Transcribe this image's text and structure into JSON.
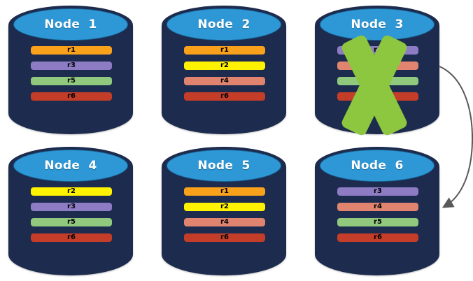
{
  "diagram": {
    "nodes": [
      {
        "label": "Node 1",
        "replicas": [
          "r1",
          "r3",
          "r5",
          "r6"
        ],
        "failed": false
      },
      {
        "label": "Node 2",
        "replicas": [
          "r1",
          "r2",
          "r4",
          "r6"
        ],
        "failed": false
      },
      {
        "label": "Node 3",
        "replicas": [
          "r3",
          "r4",
          "r5",
          "r6"
        ],
        "failed": true
      },
      {
        "label": "Node 4",
        "replicas": [
          "r2",
          "r3",
          "r5",
          "r6"
        ],
        "failed": false
      },
      {
        "label": "Node 5",
        "replicas": [
          "r1",
          "r2",
          "r4",
          "r6"
        ],
        "failed": false
      },
      {
        "label": "Node 6",
        "replicas": [
          "r3",
          "r4",
          "r5",
          "r6"
        ],
        "failed": false
      }
    ],
    "replica_colors": {
      "r1": "#F9A11B",
      "r2": "#FFF200",
      "r3": "#8D7CC4",
      "r4": "#E0846F",
      "r5": "#90C87E",
      "r6": "#C43D28"
    },
    "colors": {
      "cylinder_body": "#1C2B4E",
      "cylinder_cap": "#2E97D5",
      "node_title_text": "#FFFFFF",
      "replica_label_text": "#000000",
      "failure_x": "#8DC63F",
      "arrow": "#595959",
      "background": "#FFFFFF"
    },
    "failed_node": "Node 3",
    "arrow": {
      "from": "Node 3",
      "to": "Node 6"
    }
  }
}
